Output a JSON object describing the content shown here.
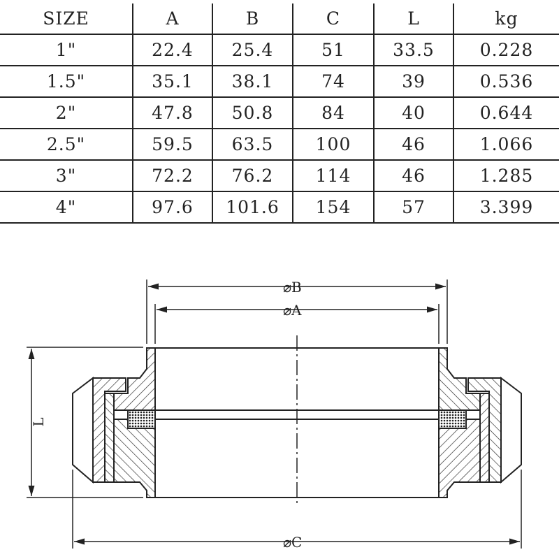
{
  "table": {
    "headers": [
      "SIZE",
      "A",
      "B",
      "C",
      "L",
      "kg"
    ],
    "rows": [
      [
        "1\"",
        "22.4",
        "25.4",
        "51",
        "33.5",
        "0.228"
      ],
      [
        "1.5\"",
        "35.1",
        "38.1",
        "74",
        "39",
        "0.536"
      ],
      [
        "2\"",
        "47.8",
        "50.8",
        "84",
        "40",
        "0.644"
      ],
      [
        "2.5\"",
        "59.5",
        "63.5",
        "100",
        "46",
        "1.066"
      ],
      [
        "3\"",
        "72.2",
        "76.2",
        "114",
        "46",
        "1.285"
      ],
      [
        "4\"",
        "97.6",
        "101.6",
        "154",
        "57",
        "3.399"
      ]
    ]
  },
  "drawing": {
    "dim_B": "⌀B",
    "dim_A": "⌀A",
    "dim_C": "⌀C",
    "dim_L": "L"
  }
}
